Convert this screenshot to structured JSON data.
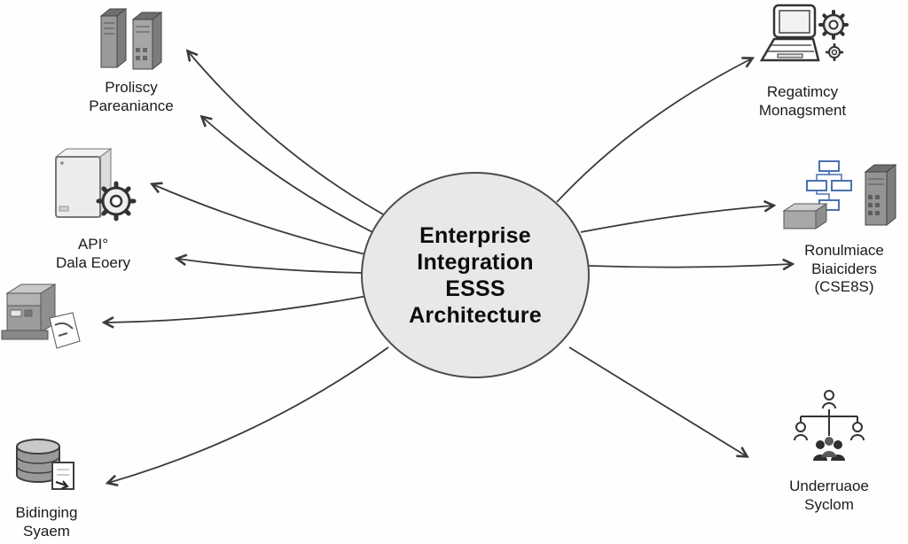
{
  "center": {
    "label": "Enterprise\nIntegration\nESSS\nArchitecture"
  },
  "nodes": {
    "left": [
      {
        "id": "policy-performance",
        "icon": "server-towers-icon",
        "label": "Proliscy\nPareaniance"
      },
      {
        "id": "api-data-entry",
        "icon": "server-gear-icon",
        "label": "API°\nDala Eoery"
      },
      {
        "id": "document-output",
        "icon": "copier-icon",
        "label": ""
      },
      {
        "id": "billing-system",
        "icon": "database-stack-icon",
        "label": "Bidinging\nSyaem"
      }
    ],
    "right": [
      {
        "id": "regulatory-management",
        "icon": "laptop-gear-icon",
        "label": "Regatimcy\nMonagsment"
      },
      {
        "id": "compliance-providers",
        "icon": "server-flowchart-icon",
        "label": "Ronulmiace\nBiaiciders\n(CSE8S)"
      },
      {
        "id": "underwriting-system",
        "icon": "org-chart-icon",
        "label": "Underruaoe\nSyclom"
      }
    ]
  },
  "colors": {
    "background": "#fefefe",
    "circle_fill": "#e8e8e8",
    "circle_border": "#4d4d4d",
    "arrow": "#3a3a3a",
    "label_text": "#1b1b1b",
    "flowchart_accent": "#4a72b0"
  }
}
